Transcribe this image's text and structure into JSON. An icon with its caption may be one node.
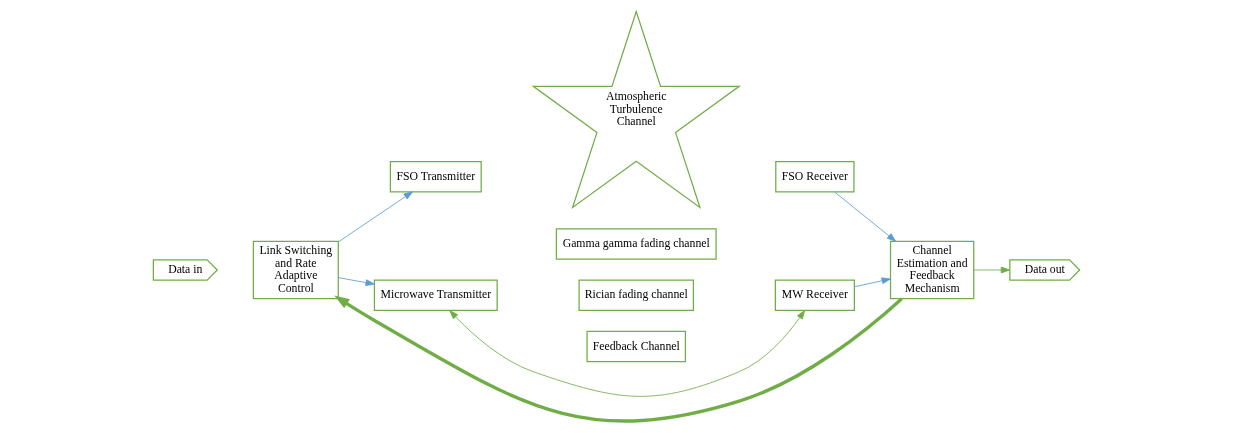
{
  "diagram": {
    "nodes": [
      {
        "text": [
          "Data in"
        ]
      },
      {
        "text": [
          "Link Switching and Rate Adaptive Control"
        ]
      },
      {
        "text": [
          "FSO Transmitter"
        ]
      },
      {
        "text": [
          "Microwave Transmitter"
        ]
      },
      {
        "text": [
          "Atmospheric Turbulence Channel"
        ]
      },
      {
        "text": [
          "Gamma gamma fading channel"
        ]
      },
      {
        "text": [
          "FSO Receiver"
        ]
      },
      {
        "text": [
          "Rician fading channel"
        ]
      },
      {
        "text": [
          "MW Receiver"
        ]
      },
      {
        "text": [
          "Channel Estimation and Feedback Mechanism"
        ]
      },
      {
        "text": [
          "Data out"
        ]
      },
      {
        "text": [
          "Feedback Channel"
        ]
      }
    ],
    "edges": [
      {
        "from": 1,
        "to": 2,
        "arrow": "to"
      },
      {
        "from": 1,
        "to": 3,
        "arrow": "to"
      },
      {
        "from": 3,
        "to": 8,
        "arrow": "both",
        "color": "#70ad47"
      },
      {
        "from": 6,
        "to": 9,
        "arrow": "to"
      },
      {
        "from": 8,
        "to": 9,
        "arrow": "to"
      },
      {
        "from": 9,
        "to": 10,
        "arrow": "to",
        "color": "#70ad47"
      },
      {
        "from": 9,
        "to": 1,
        "arrow": "to",
        "style": "thick",
        "color": "#70ad47"
      }
    ]
  }
}
